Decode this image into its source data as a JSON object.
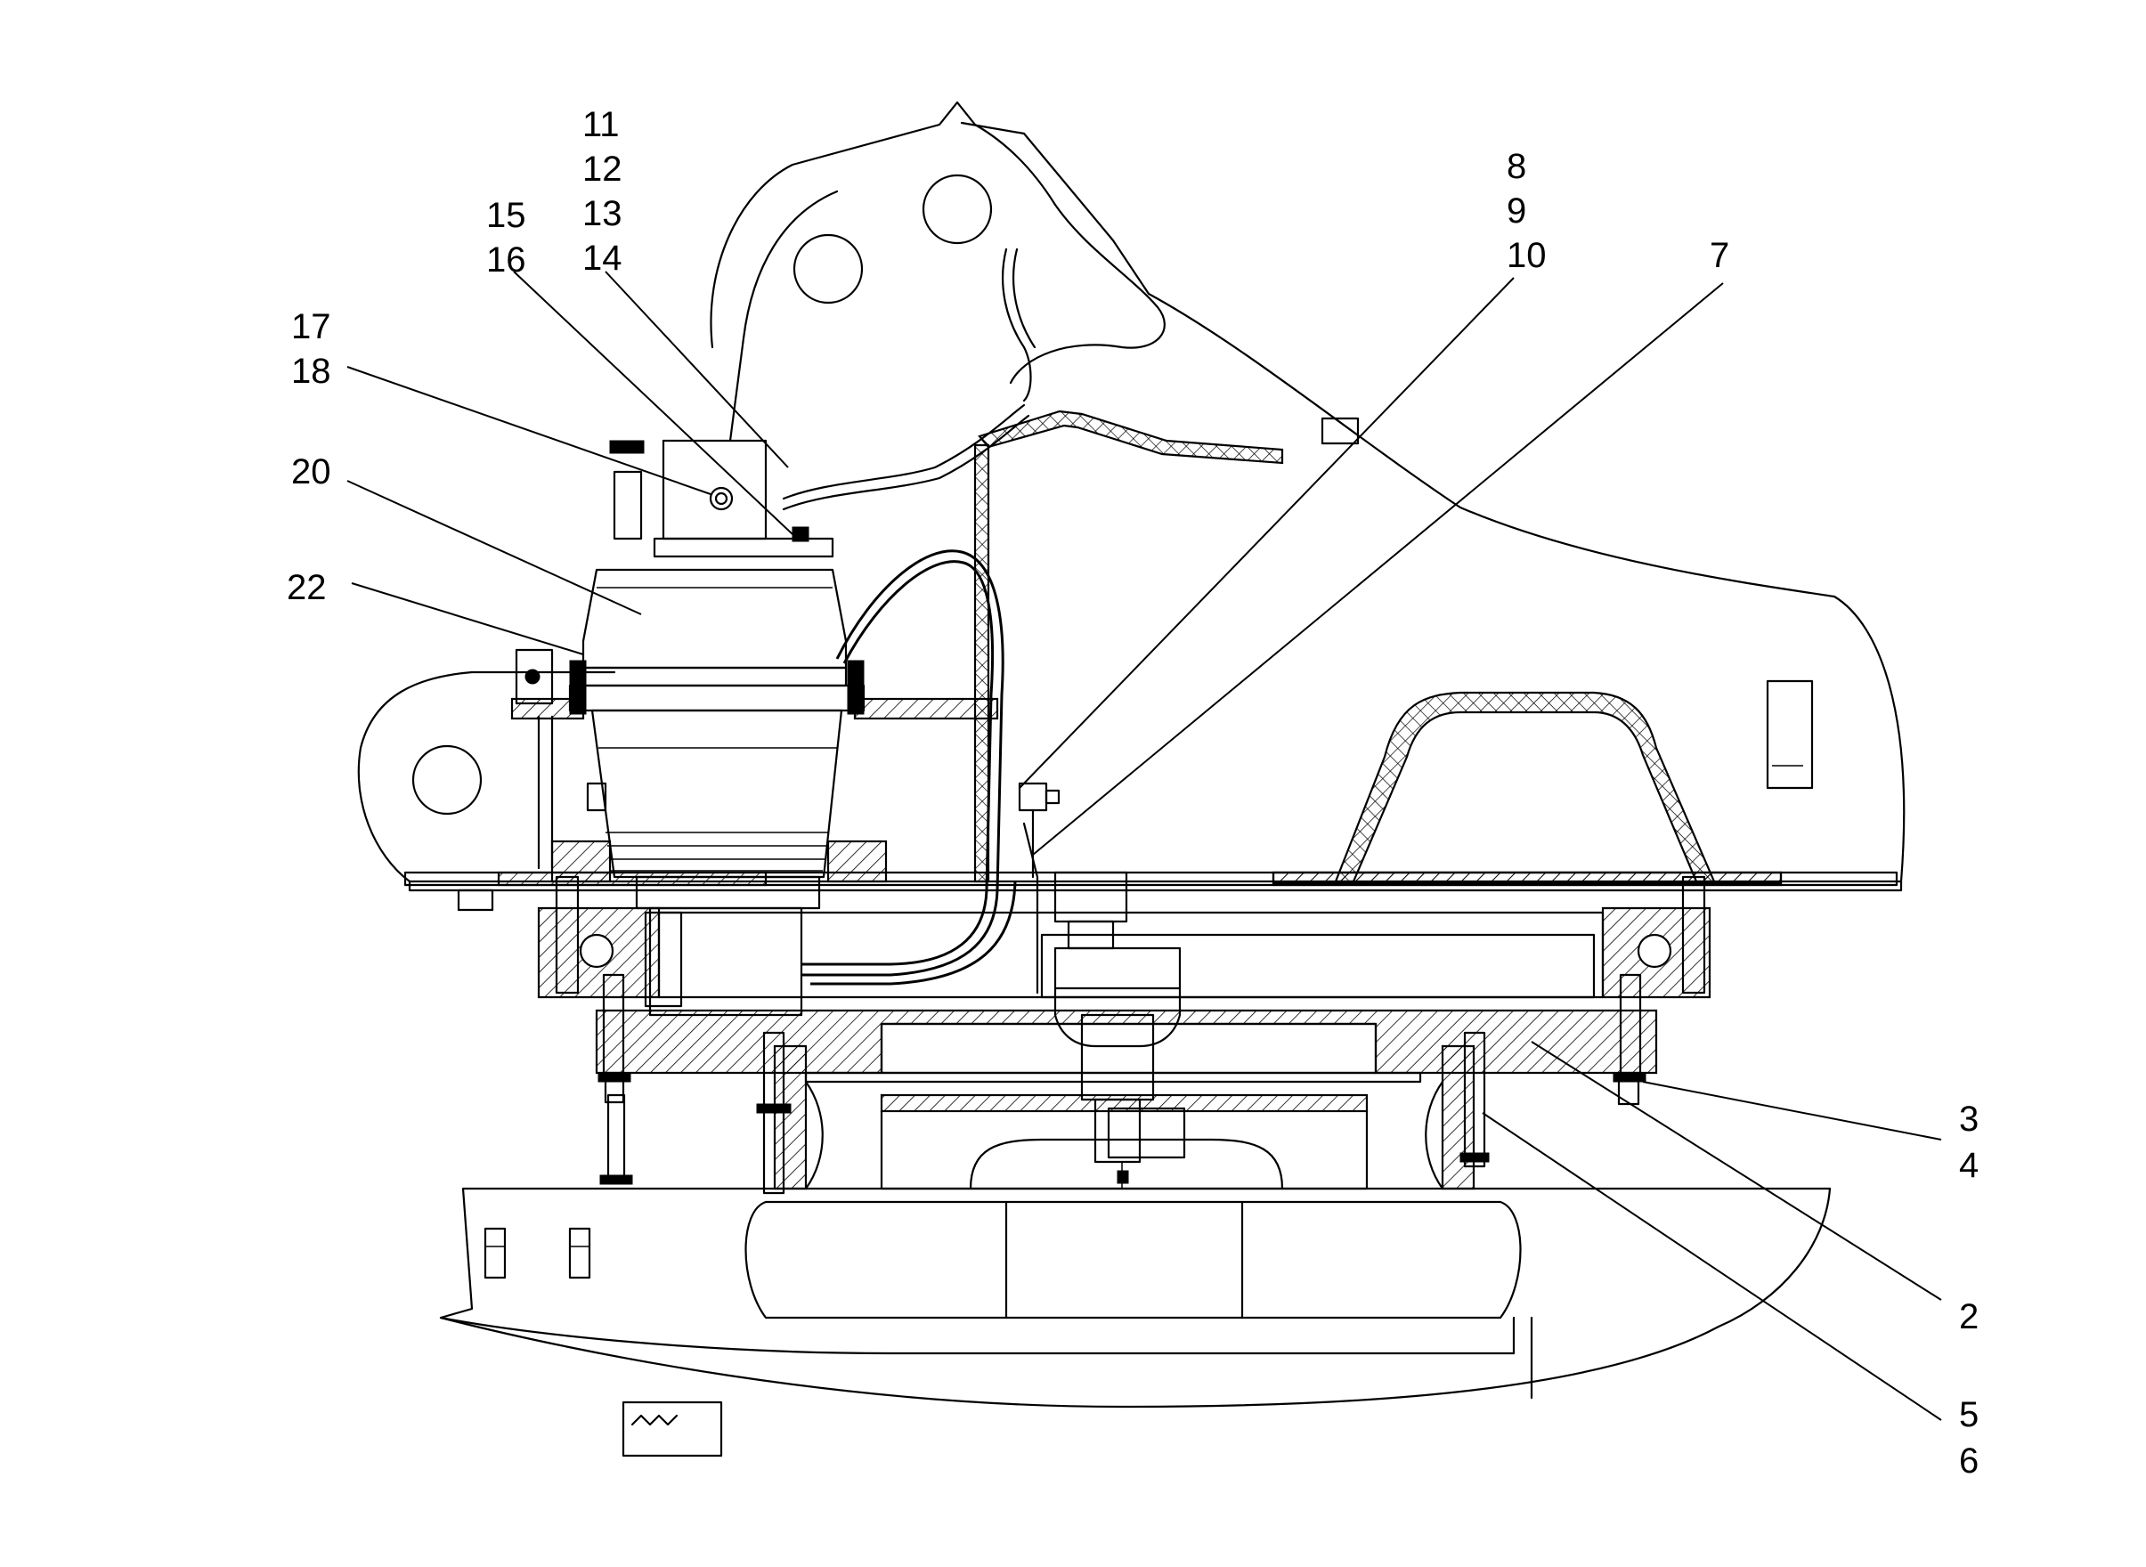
{
  "drawing": {
    "callouts": [
      {
        "id": "c11",
        "text": "11"
      },
      {
        "id": "c12",
        "text": "12"
      },
      {
        "id": "c13",
        "text": "13"
      },
      {
        "id": "c14",
        "text": "14"
      },
      {
        "id": "c15",
        "text": "15"
      },
      {
        "id": "c16",
        "text": "16"
      },
      {
        "id": "c17",
        "text": "17"
      },
      {
        "id": "c18",
        "text": "18"
      },
      {
        "id": "c20",
        "text": "20"
      },
      {
        "id": "c22",
        "text": "22"
      },
      {
        "id": "c8",
        "text": "8"
      },
      {
        "id": "c9",
        "text": "9"
      },
      {
        "id": "c10",
        "text": "10"
      },
      {
        "id": "c7",
        "text": "7"
      },
      {
        "id": "c3",
        "text": "3"
      },
      {
        "id": "c4",
        "text": "4"
      },
      {
        "id": "c2",
        "text": "2"
      },
      {
        "id": "c5",
        "text": "5"
      },
      {
        "id": "c6",
        "text": "6"
      }
    ]
  }
}
